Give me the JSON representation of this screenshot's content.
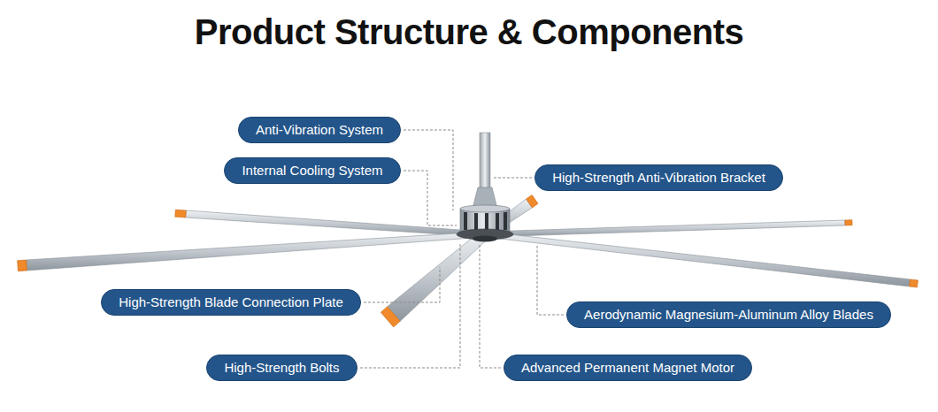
{
  "diagram": {
    "title": "Product Structure & Components",
    "nodes": [
      {
        "text": [
          "Anti-Vibration System"
        ]
      },
      {
        "text": [
          "Internal Cooling System"
        ]
      },
      {
        "text": [
          "High-Strength Anti-Vibration Bracket"
        ]
      },
      {
        "text": [
          "High-Strength Blade Connection Plate"
        ]
      },
      {
        "text": [
          "Aerodynamic Magnesium-Aluminum Alloy Blades"
        ]
      },
      {
        "text": [
          "High-Strength Bolts"
        ]
      },
      {
        "text": [
          "Advanced Permanent Magnet Motor"
        ]
      }
    ]
  }
}
